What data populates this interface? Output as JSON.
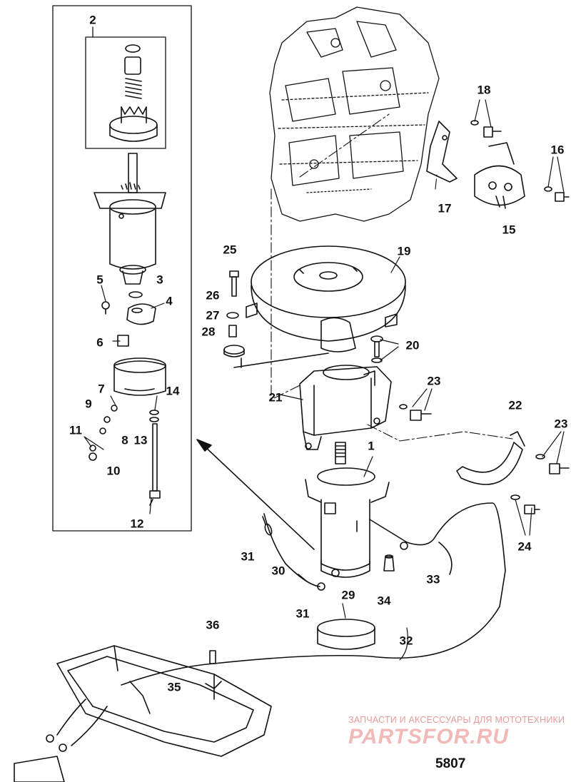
{
  "figure": {
    "number": "5807"
  },
  "watermark": {
    "caption": "ЗАПЧАСТИ И АКСЕССУАРЫ ДЛЯ МОТОТЕХНИКИ",
    "logo": "PARTSFOR.RU"
  },
  "labels": [
    {
      "id": "2",
      "text": "2"
    },
    {
      "id": "3",
      "text": "3"
    },
    {
      "id": "4",
      "text": "4"
    },
    {
      "id": "5",
      "text": "5"
    },
    {
      "id": "6",
      "text": "6"
    },
    {
      "id": "7",
      "text": "7"
    },
    {
      "id": "8",
      "text": "8"
    },
    {
      "id": "9",
      "text": "9"
    },
    {
      "id": "10",
      "text": "10"
    },
    {
      "id": "11",
      "text": "11"
    },
    {
      "id": "12",
      "text": "12"
    },
    {
      "id": "13",
      "text": "13"
    },
    {
      "id": "14",
      "text": "14"
    },
    {
      "id": "1",
      "text": "1"
    },
    {
      "id": "15",
      "text": "15"
    },
    {
      "id": "16",
      "text": "16"
    },
    {
      "id": "17",
      "text": "17"
    },
    {
      "id": "18",
      "text": "18"
    },
    {
      "id": "19",
      "text": "19"
    },
    {
      "id": "20",
      "text": "20"
    },
    {
      "id": "21",
      "text": "21"
    },
    {
      "id": "22",
      "text": "22"
    },
    {
      "id": "23a",
      "text": "23"
    },
    {
      "id": "23b",
      "text": "23"
    },
    {
      "id": "24",
      "text": "24"
    },
    {
      "id": "25",
      "text": "25"
    },
    {
      "id": "26",
      "text": "26"
    },
    {
      "id": "27",
      "text": "27"
    },
    {
      "id": "28",
      "text": "28"
    },
    {
      "id": "29",
      "text": "29"
    },
    {
      "id": "30",
      "text": "30"
    },
    {
      "id": "31a",
      "text": "31"
    },
    {
      "id": "31b",
      "text": "31"
    },
    {
      "id": "32",
      "text": "32"
    },
    {
      "id": "33",
      "text": "33"
    },
    {
      "id": "34",
      "text": "34"
    },
    {
      "id": "35",
      "text": "35"
    },
    {
      "id": "36",
      "text": "36"
    }
  ],
  "icons": {
    "starter_motor": "starter-motor-icon",
    "flywheel_cover": "flywheel-cover-icon",
    "engine_block": "engine-block-icon"
  }
}
